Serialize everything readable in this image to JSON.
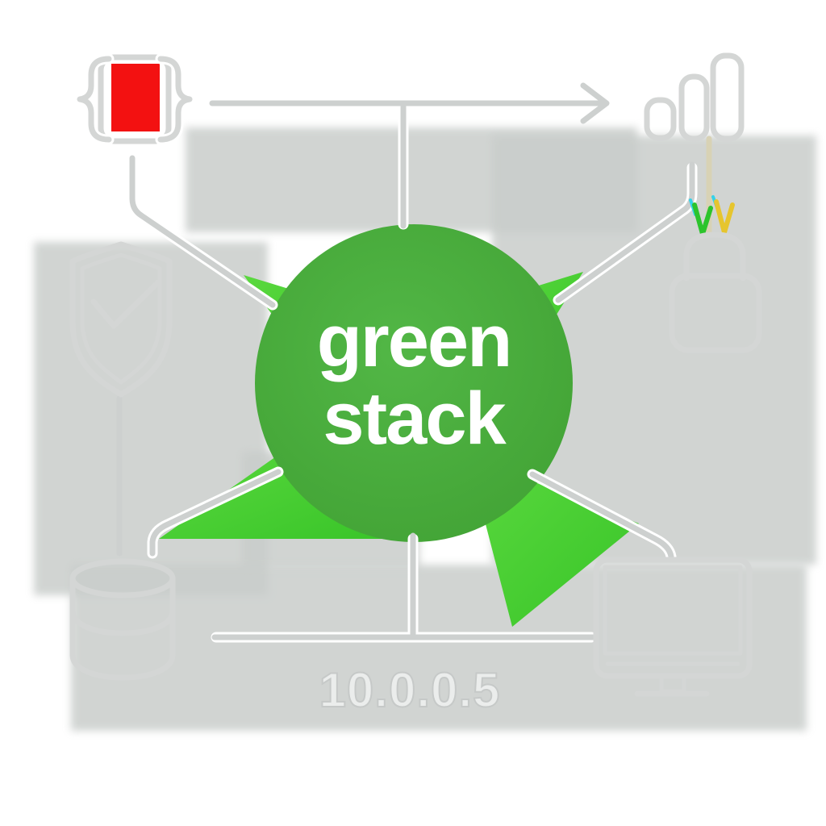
{
  "diagram": {
    "title_line1": "green",
    "title_line2": "stack",
    "ip_address": "10.0.0.5"
  },
  "icons": {
    "top_left": "code-device",
    "top_right": "bar-chart",
    "left": "shield-check",
    "right": "lock",
    "bottom_left": "database",
    "bottom_right": "monitor"
  },
  "colors": {
    "circle_green_center": "#52b746",
    "circle_green_edge": "#43a436",
    "ray_green_light": "#5bd93f",
    "ray_green": "#38c428",
    "line_gray": "#cdd0cf",
    "icon_gray": "#d4d6d5",
    "haze_gray": "#c9cdcb",
    "screen_red": "#f31111",
    "tan_line": "#d8d2b5",
    "chevron_green": "#2cc42c",
    "chevron_gold": "#e6c52e",
    "chevron_cyan": "#35d2e8",
    "title_white": "#ffffff",
    "ip_fill": "#ebedec",
    "ip_stroke": "#c6c9c8"
  }
}
